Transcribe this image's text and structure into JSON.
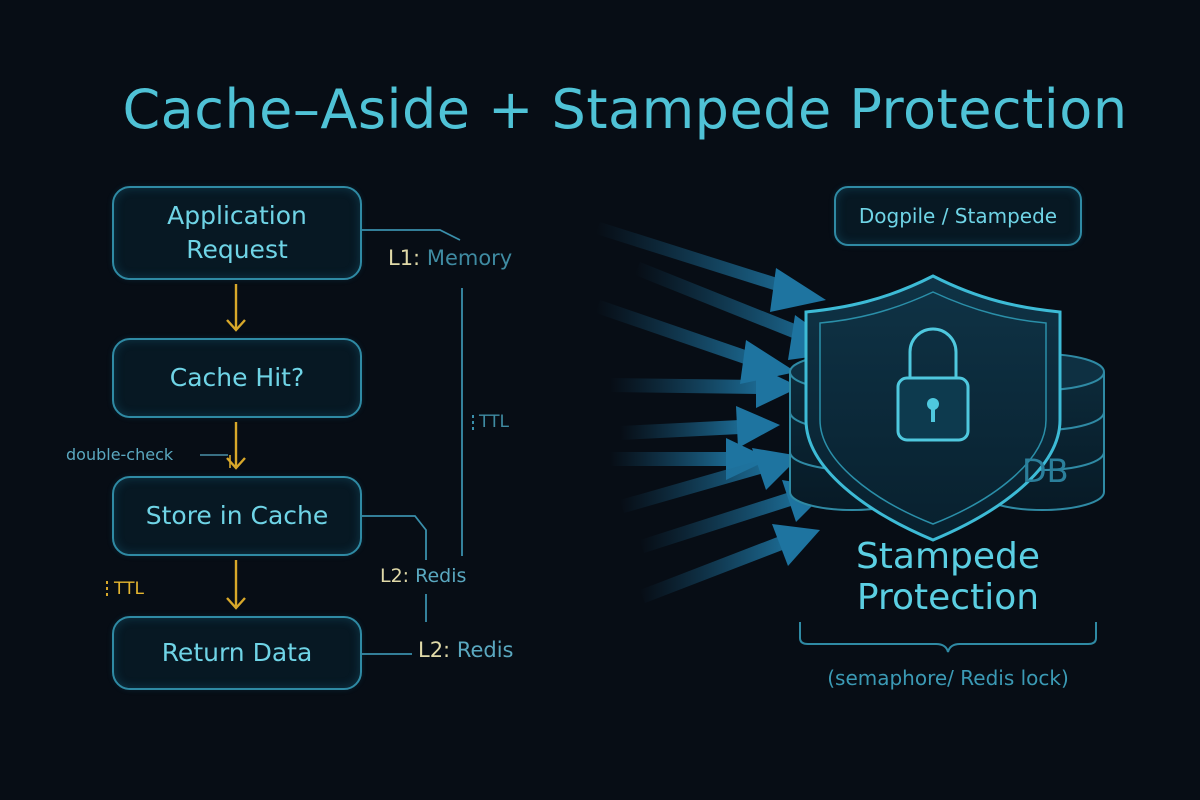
{
  "title": "Cache–Aside + Stampede Protection",
  "flow": {
    "nodes": [
      {
        "id": "application-request",
        "lines": [
          "Application",
          "Request"
        ]
      },
      {
        "id": "cache-hit",
        "lines": [
          "Cache Hit?"
        ]
      },
      {
        "id": "store-in-cache",
        "lines": [
          "Store in Cache"
        ]
      },
      {
        "id": "return-data",
        "lines": [
          "Return Data"
        ]
      }
    ],
    "double_check": "double-check",
    "ttl_left": "TTL"
  },
  "tiers": {
    "l1_prefix": "L1:",
    "l1_name": "Memory",
    "ttl_mid": "TTL",
    "l2_upper_prefix": "L2:",
    "l2_upper_name": "Redis",
    "l2_lower_prefix": "L2:",
    "l2_lower_name": "Redis"
  },
  "protection": {
    "dogpile_label": "Dogpile / Stampede",
    "db_label": "DB",
    "title_line1": "Stampede",
    "title_line2": "Protection",
    "mechanism": "(semaphore/ Redis lock)"
  },
  "colors": {
    "accent": "#4fc2d6",
    "arrow_yellow": "#e6b630",
    "border": "#2f8aa4",
    "background": "#070d15"
  }
}
